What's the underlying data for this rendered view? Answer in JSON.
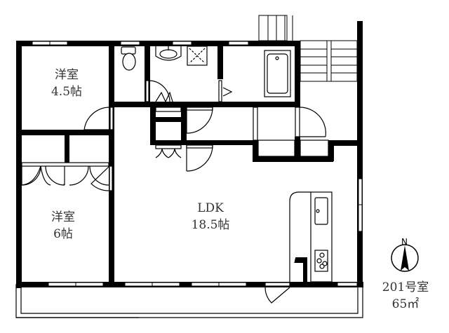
{
  "plan": {
    "unit_name": "201号室",
    "area": "65㎡",
    "compass": {
      "label": "N"
    },
    "rooms": [
      {
        "id": "western-room-1",
        "name": "洋室",
        "size": "4.5帖"
      },
      {
        "id": "western-room-2",
        "name": "洋室",
        "size": "6帖"
      },
      {
        "id": "ldk",
        "name": "LDK",
        "size": "18.5帖"
      }
    ],
    "fixtures": [
      "toilet",
      "washbasin",
      "washing-machine-pan",
      "bathtub",
      "kitchen-sink",
      "stove",
      "staircase",
      "balcony"
    ],
    "colors": {
      "wall": "#000000",
      "background": "#ffffff",
      "text": "#333333"
    }
  }
}
